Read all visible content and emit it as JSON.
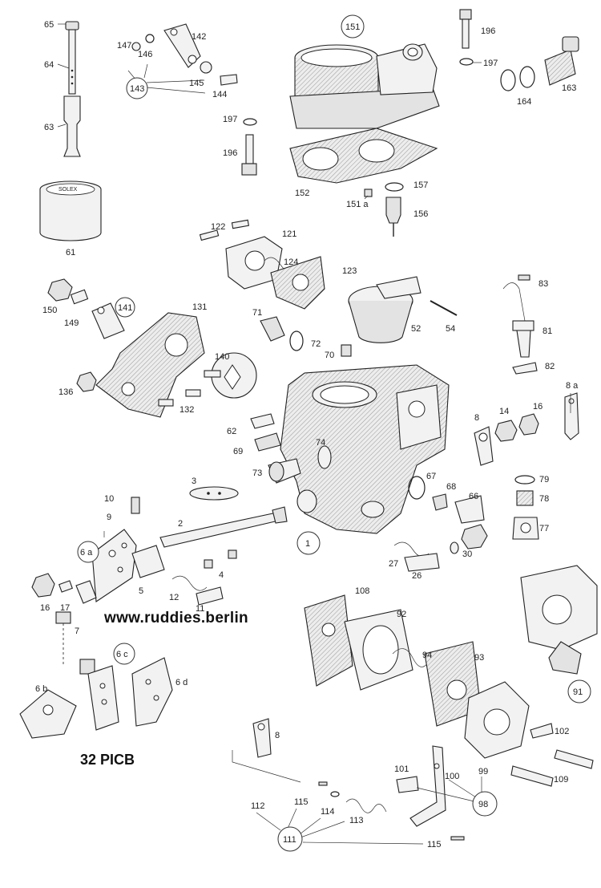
{
  "website_text": "www.ruddies.berlin",
  "model_text": "32 PICB",
  "logo_text": "SOLEX",
  "labels": {
    "l65": "65",
    "l64": "64",
    "l63": "63",
    "l61": "61",
    "l147": "147",
    "l146": "146",
    "l142": "142",
    "l143": "143",
    "l145": "145",
    "l144": "144",
    "l151": "151",
    "l196a": "196",
    "l197a": "197",
    "l163": "163",
    "l164": "164",
    "l197b": "197",
    "l196b": "196",
    "l152": "152",
    "l157": "157",
    "l151a": "151 a",
    "l156": "156",
    "l122": "122",
    "l121": "121",
    "l124": "124",
    "l123": "123",
    "l150": "150",
    "l149": "149",
    "l141": "141",
    "l131": "131",
    "l71": "71",
    "l72": "72",
    "l52": "52",
    "l54": "54",
    "l83": "83",
    "l81": "81",
    "l82": "82",
    "l70": "70",
    "l140": "140",
    "l136": "136",
    "l132": "132",
    "l62": "62",
    "l69": "69",
    "l74": "74",
    "l73": "73",
    "l8a": "8 a",
    "l8": "8",
    "l14": "14",
    "l16a": "16",
    "l3": "3",
    "l10": "10",
    "l9": "9",
    "l2": "2",
    "l67": "67",
    "l68": "68",
    "l66": "66",
    "l79": "79",
    "l78": "78",
    "l77": "77",
    "l1": "1",
    "l6a": "6 a",
    "l30": "30",
    "l27": "27",
    "l26": "26",
    "l4": "4",
    "l5": "5",
    "l12": "12",
    "l11": "11",
    "l16b": "16",
    "l17": "17",
    "l7": "7",
    "l108": "108",
    "l92": "92",
    "l94": "94",
    "l93": "93",
    "l91": "91",
    "l6c": "6 c",
    "l6d": "6 d",
    "l6b": "6 b",
    "l8b": "8",
    "l102": "102",
    "l99": "99",
    "l100": "100",
    "l101": "101",
    "l98": "98",
    "l109": "109",
    "l112": "112",
    "l115a": "115",
    "l114": "114",
    "l113": "113",
    "l111": "111",
    "l115b": "115"
  }
}
